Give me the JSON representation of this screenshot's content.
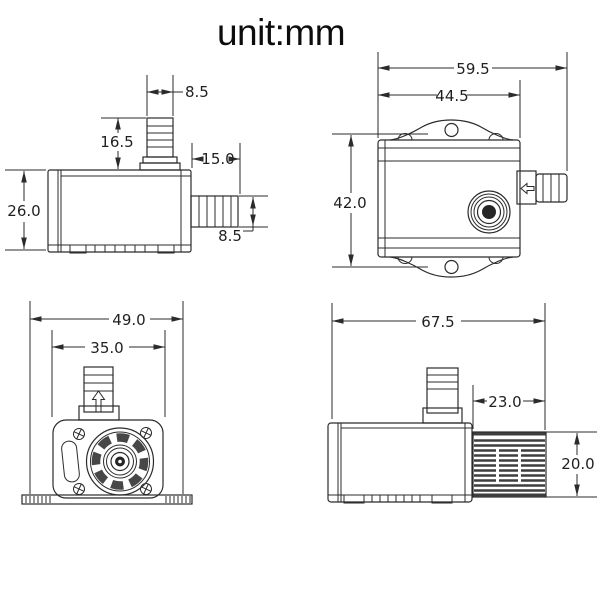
{
  "title": "unit:mm",
  "colors": {
    "line": "#2b2b2b",
    "text": "#1f1f1f",
    "background": "#ffffff"
  },
  "views": {
    "top_left": {
      "dims": {
        "outlet_width": "8.5",
        "outlet_height": "16.5",
        "inlet_length": "15.0",
        "body_height": "26.0",
        "inlet_width": "8.5"
      }
    },
    "top_right": {
      "dims": {
        "overall_width": "59.5",
        "body_width": "44.5",
        "overall_height": "42.0"
      }
    },
    "bottom_left": {
      "dims": {
        "overall_width": "49.0",
        "inner_width": "35.0"
      }
    },
    "bottom_right": {
      "dims": {
        "overall_length": "67.5",
        "strainer_length": "23.0",
        "strainer_height": "20.0"
      }
    }
  }
}
